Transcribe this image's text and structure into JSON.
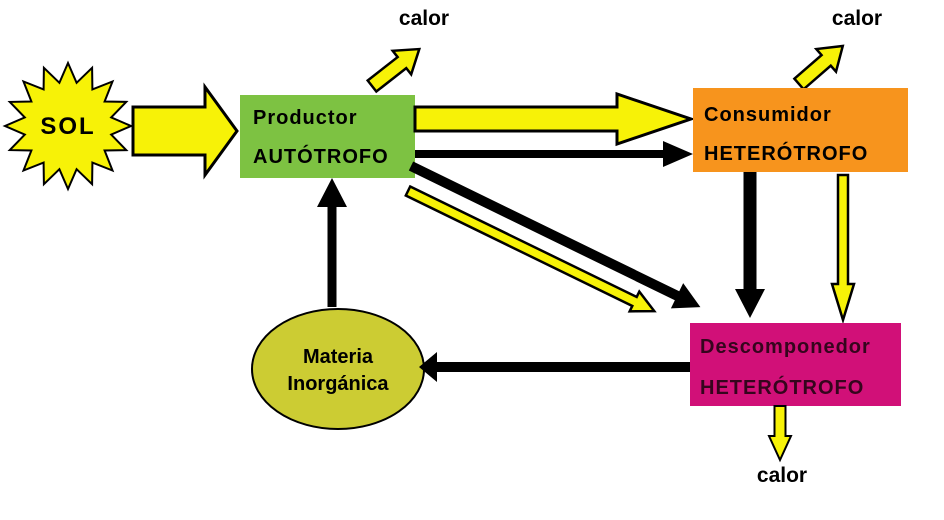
{
  "colors": {
    "yellow": "#F7F207",
    "green": "#7DC242",
    "orange": "#F7941D",
    "magenta": "#D11078",
    "olive": "#CCCC33",
    "black": "#000000",
    "magenta_box_text": "#35051D",
    "background": "#FFFFFF"
  },
  "nodes": {
    "sol": {
      "label": "SOL"
    },
    "productor": {
      "title": "Productor",
      "subtitle": "AUTÓTROFO"
    },
    "consumidor": {
      "title": "Consumidor",
      "subtitle": "HETERÓTROFO"
    },
    "descomponedor": {
      "title": "Descomponedor",
      "subtitle": "HETERÓTROFO"
    },
    "materia_inorganica": {
      "line1": "Materia",
      "line2": "Inorgánica"
    }
  },
  "heat_labels": {
    "productor": "calor",
    "consumidor": "calor",
    "descomponedor": "calor"
  },
  "edges": [
    {
      "from": "sol",
      "to": "productor",
      "kind": "energy",
      "color": "yellow"
    },
    {
      "from": "productor",
      "to": "calor",
      "kind": "heat-loss",
      "color": "yellow"
    },
    {
      "from": "productor",
      "to": "consumidor",
      "kind": "energy",
      "color": "yellow"
    },
    {
      "from": "productor",
      "to": "consumidor",
      "kind": "matter",
      "color": "black"
    },
    {
      "from": "productor",
      "to": "descomponedor",
      "kind": "energy",
      "color": "yellow"
    },
    {
      "from": "productor",
      "to": "descomponedor",
      "kind": "matter",
      "color": "black"
    },
    {
      "from": "consumidor",
      "to": "calor",
      "kind": "heat-loss",
      "color": "yellow"
    },
    {
      "from": "consumidor",
      "to": "descomponedor",
      "kind": "matter",
      "color": "black"
    },
    {
      "from": "consumidor",
      "to": "descomponedor",
      "kind": "energy",
      "color": "yellow"
    },
    {
      "from": "descomponedor",
      "to": "calor",
      "kind": "heat-loss",
      "color": "yellow"
    },
    {
      "from": "descomponedor",
      "to": "materia_inorganica",
      "kind": "matter",
      "color": "black"
    },
    {
      "from": "materia_inorganica",
      "to": "productor",
      "kind": "matter",
      "color": "black"
    }
  ]
}
